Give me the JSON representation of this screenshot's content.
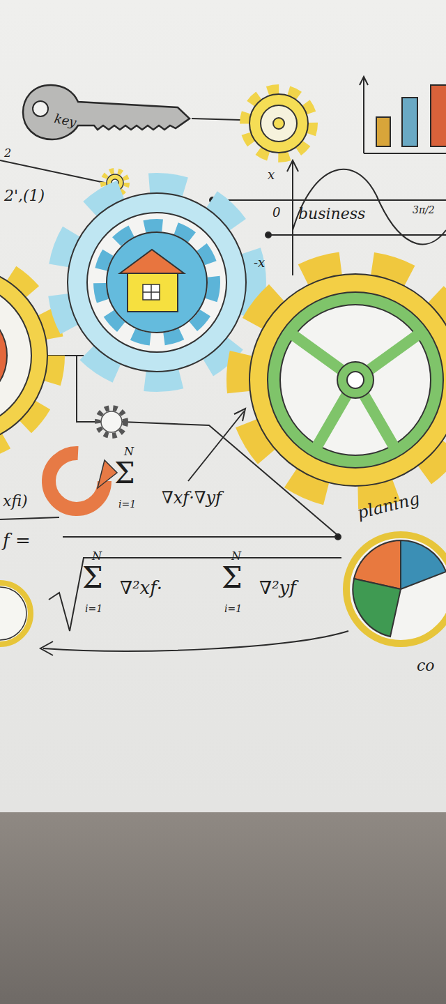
{
  "diagram": {
    "nodes": [
      {
        "text": [
          "key"
        ]
      }
    ],
    "labels": [
      "2",
      "2',(1)",
      "x",
      "0",
      "business",
      "3π/2",
      "-x",
      "N",
      "Σ",
      "i=1",
      "∇xf·∇yf",
      "xfi)",
      "f =",
      "N",
      "Σ",
      "i=1",
      "∇²xf·",
      "N",
      "Σ",
      "i=1",
      "∇²yf",
      "planing",
      "co"
    ]
  }
}
